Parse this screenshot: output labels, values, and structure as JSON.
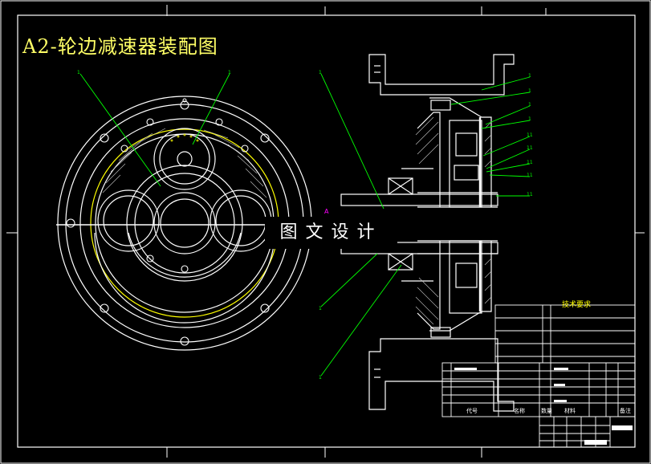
{
  "title": "A2-轮边减速器装配图",
  "watermark": "图文设计",
  "colors": {
    "background": "#000000",
    "outline": "#ffffff",
    "leader": "#00ff00",
    "title": "#ffff66",
    "gear_ring": "#ffff00",
    "hatch": "#c0c0c0"
  },
  "title_block": {
    "requirements_heading": "技术要求",
    "col_code": "代号",
    "col_name": "名称",
    "col_qty": "数量",
    "col_material": "材料",
    "col_remark": "备注"
  }
}
